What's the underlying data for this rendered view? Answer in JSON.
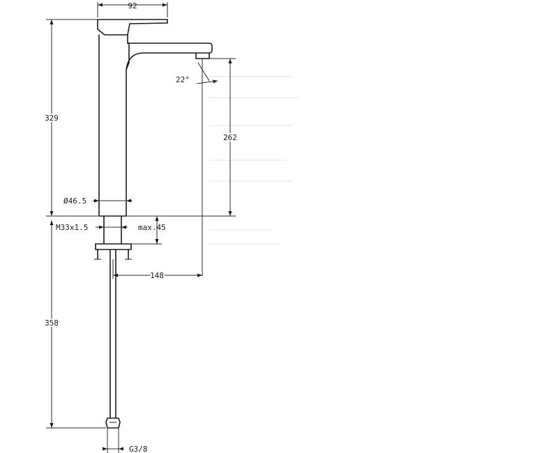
{
  "dimensions": {
    "handle_width": "92",
    "total_height_above_deck": "329",
    "spout_height": "262",
    "spout_angle": "22°",
    "body_diameter": "Ø46.5",
    "thread": "M33x1.5",
    "max_deck_thickness": "max.45",
    "spout_reach": "148",
    "hose_length": "358",
    "hose_connection": "G3/8"
  }
}
